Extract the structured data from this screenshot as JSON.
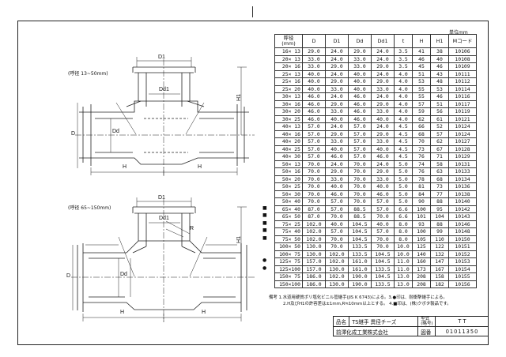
{
  "unit_label": "単位mm",
  "range_labels": {
    "small": "(呼径 13~50mm)",
    "large": "(呼径 65~150mm)"
  },
  "dim_labels": {
    "d1": "D1",
    "dd1": "Dd1",
    "dd": "Dd",
    "h1": "H1",
    "d": "D",
    "h": "H",
    "r": "R"
  },
  "table": {
    "headers": [
      "呼径\n(mm)",
      "D",
      "D1",
      "Dd",
      "Dd1",
      "t",
      "H",
      "H1",
      "Mコード"
    ],
    "rows": [
      [
        "16× 13",
        "29.0",
        "24.0",
        "29.0",
        "24.0",
        "3.5",
        "41",
        "38",
        "10106"
      ],
      [
        "20× 13",
        "33.0",
        "24.0",
        "33.0",
        "24.0",
        "3.5",
        "46",
        "40",
        "10108"
      ],
      [
        "20× 16",
        "33.0",
        "29.0",
        "33.0",
        "29.0",
        "3.5",
        "45",
        "46",
        "10109"
      ],
      [
        "25× 13",
        "40.0",
        "24.0",
        "40.0",
        "24.0",
        "4.0",
        "51",
        "43",
        "10111"
      ],
      [
        "25× 16",
        "40.0",
        "29.0",
        "40.0",
        "29.0",
        "4.0",
        "53",
        "48",
        "10112"
      ],
      [
        "25× 20",
        "40.0",
        "33.0",
        "40.0",
        "33.0",
        "4.0",
        "55",
        "53",
        "10114"
      ],
      [
        "30× 13",
        "46.0",
        "24.0",
        "46.0",
        "24.0",
        "4.0",
        "55",
        "46",
        "10116"
      ],
      [
        "30× 16",
        "46.0",
        "29.0",
        "46.0",
        "29.0",
        "4.0",
        "57",
        "51",
        "10117"
      ],
      [
        "30× 20",
        "46.0",
        "33.0",
        "46.0",
        "33.0",
        "4.0",
        "59",
        "56",
        "10119"
      ],
      [
        "30× 25",
        "46.0",
        "40.0",
        "46.0",
        "40.0",
        "4.0",
        "62",
        "61",
        "10121"
      ],
      [
        "40× 13",
        "57.0",
        "24.0",
        "57.0",
        "24.0",
        "4.5",
        "66",
        "52",
        "10124"
      ],
      [
        "40× 16",
        "57.0",
        "29.0",
        "57.0",
        "29.0",
        "4.5",
        "68",
        "57",
        "10124"
      ],
      [
        "40× 20",
        "57.0",
        "33.0",
        "57.0",
        "33.0",
        "4.5",
        "70",
        "62",
        "10127"
      ],
      [
        "40× 25",
        "57.0",
        "40.0",
        "57.0",
        "40.0",
        "4.5",
        "73",
        "67",
        "10128"
      ],
      [
        "40× 30",
        "57.0",
        "46.0",
        "57.0",
        "46.0",
        "4.5",
        "76",
        "71",
        "10129"
      ],
      [
        "50× 13",
        "70.0",
        "24.0",
        "70.0",
        "24.0",
        "5.0",
        "74",
        "58",
        "10131"
      ],
      [
        "50× 16",
        "70.0",
        "29.0",
        "70.0",
        "29.0",
        "5.0",
        "76",
        "63",
        "10133"
      ],
      [
        "50× 20",
        "70.0",
        "33.0",
        "70.0",
        "33.0",
        "5.0",
        "78",
        "68",
        "10134"
      ],
      [
        "50× 25",
        "70.0",
        "40.0",
        "70.0",
        "40.0",
        "5.0",
        "81",
        "73",
        "10136"
      ],
      [
        "50× 30",
        "70.0",
        "46.0",
        "70.0",
        "46.0",
        "5.0",
        "84",
        "77",
        "10138"
      ],
      [
        "50× 40",
        "70.0",
        "57.0",
        "70.0",
        "57.0",
        "5.0",
        "90",
        "88",
        "10140"
      ],
      [
        "65× 40",
        "87.0",
        "57.0",
        "88.5",
        "57.0",
        "6.6",
        "100",
        "95",
        "10142"
      ],
      [
        "65× 50",
        "87.0",
        "70.0",
        "88.5",
        "70.0",
        "6.6",
        "101",
        "104",
        "10143"
      ],
      [
        "75× 25",
        "102.0",
        "40.0",
        "104.5",
        "40.0",
        "8.0",
        "93",
        "88",
        "10146"
      ],
      [
        "75× 40",
        "102.0",
        "57.0",
        "104.5",
        "57.0",
        "8.0",
        "100",
        "99",
        "10148"
      ],
      [
        "75× 50",
        "102.0",
        "70.0",
        "104.5",
        "70.0",
        "8.0",
        "105",
        "110",
        "10150"
      ],
      [
        "100× 50",
        "130.0",
        "70.0",
        "133.5",
        "70.0",
        "10.0",
        "125",
        "122",
        "10151"
      ],
      [
        "100× 75",
        "130.0",
        "102.0",
        "133.5",
        "104.5",
        "10.0",
        "140",
        "132",
        "10152"
      ],
      [
        "125× 75",
        "157.0",
        "102.0",
        "161.0",
        "104.5",
        "11.0",
        "160",
        "147",
        "10153"
      ],
      [
        "125×100",
        "157.0",
        "130.0",
        "161.0",
        "133.5",
        "11.0",
        "173",
        "167",
        "10154"
      ],
      [
        "150× 75",
        "186.0",
        "102.0",
        "190.0",
        "104.5",
        "13.0",
        "208",
        "158",
        "10155"
      ],
      [
        "150×100",
        "186.0",
        "130.0",
        "190.0",
        "133.5",
        "13.0",
        "208",
        "182",
        "10156"
      ]
    ]
  },
  "row_markers": [
    {
      "row": 21,
      "symbol": "■"
    },
    {
      "row": 22,
      "symbol": "■"
    },
    {
      "row": 23,
      "symbol": "■"
    },
    {
      "row": 24,
      "symbol": "■"
    },
    {
      "row": 25,
      "symbol": "■"
    },
    {
      "row": 28,
      "symbol": "●"
    },
    {
      "row": 29,
      "symbol": "●"
    }
  ],
  "notes": {
    "line1": "備考  1.水道用硬質ポリ塩化ビニル管継手(JIS K 6743)による。3.●印は、耐衝撃継手による。",
    "line2": "2.H及びH1の許容差は±1mm,R≒10mm以上とする。     4.■印は、(株)クボタ製品です。"
  },
  "title_block": {
    "name_label": "品名",
    "name_value": "TS継手 異径チーズ",
    "model_label": "型式\n(略号)",
    "model_value": "T T",
    "company": "前澤化成工業株式会社",
    "drawing_label": "図番",
    "drawing_value": "01011350"
  }
}
